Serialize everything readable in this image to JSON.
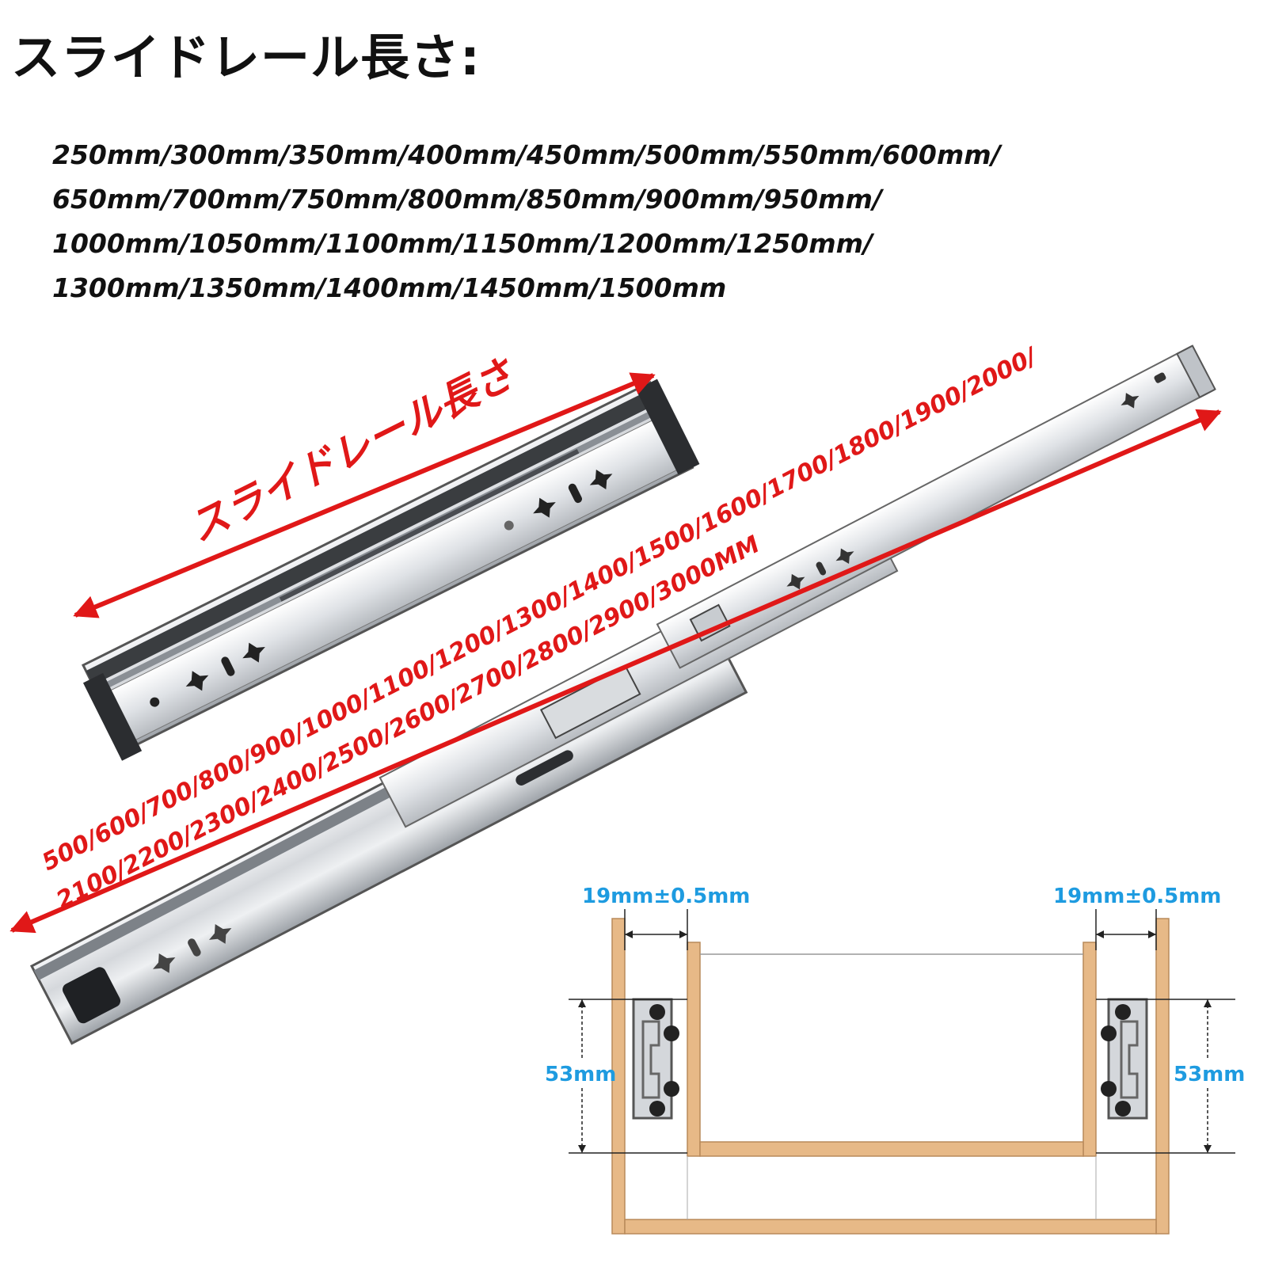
{
  "title": "スライドレール長さ:",
  "lengths": [
    "250mm/300mm/350mm/400mm/450mm/500mm/550mm/600mm/",
    "650mm/700mm/750mm/800mm/850mm/900mm/950mm/",
    "1000mm/1050mm/1100mm/1150mm/1200mm/1250mm/",
    "1300mm/1350mm/1400mm/1450mm/1500mm"
  ],
  "short_rail": {
    "label": "スライドレール長さ"
  },
  "long_rail": {
    "line1": "500/600/700/800/900/1000/1100/1200/1300/1400/1500/1600/1700/1800/1900/2000/",
    "line2": "2100/2200/2300/2400/2500/2600/2700/2800/2900/3000MM"
  },
  "diagram": {
    "gap_left": "19mm±0.5mm",
    "gap_right": "19mm±0.5mm",
    "height_left": "53mm",
    "height_right": "53mm"
  },
  "colors": {
    "arrow_red": "#e01818",
    "dimension_blue": "#1e9be0",
    "wood": "#e7b987",
    "rail_steel": "#c9ccd0"
  }
}
